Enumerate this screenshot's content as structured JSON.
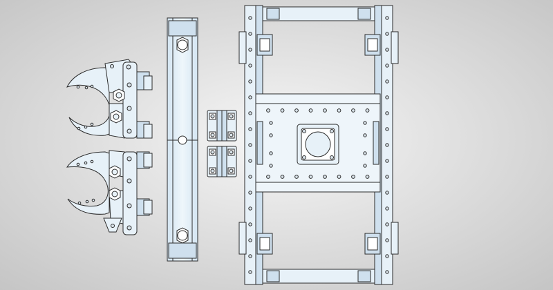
{
  "scene": {
    "kind": "cad-exploded-view",
    "background": {
      "center": "#f6f6f6",
      "edge": "#c3c3c3"
    },
    "colors": {
      "part_fill": "#e7f1f8",
      "part_fill_dark": "#cfe0ee",
      "stroke": "#2b2b2b",
      "slot_fill": "#ffffff",
      "bolt_fill": "#d9e3ea"
    },
    "parts": [
      {
        "id": "gripper-jaw-upper"
      },
      {
        "id": "gripper-jaw-lower"
      },
      {
        "id": "vertical-beam"
      },
      {
        "id": "hinge-block-upper"
      },
      {
        "id": "hinge-block-lower"
      },
      {
        "id": "chassis-frame"
      },
      {
        "id": "center-mount-plate"
      }
    ]
  }
}
